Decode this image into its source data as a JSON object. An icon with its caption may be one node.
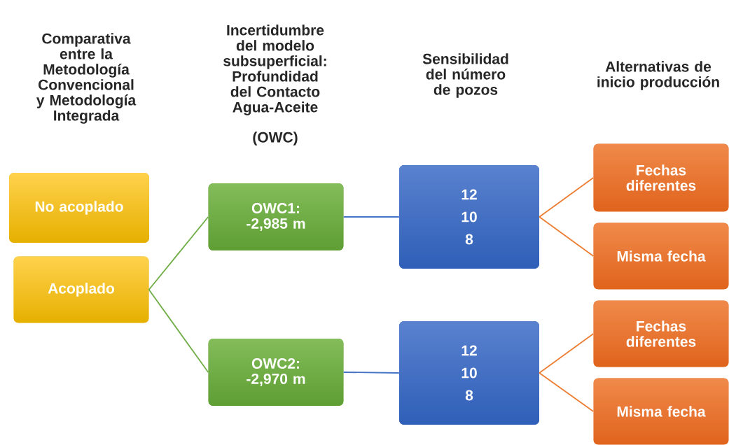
{
  "diagram": {
    "nodes": [
      {
        "text": [
          "No acoplado"
        ]
      },
      {
        "text": [
          "Acoplado"
        ]
      },
      {
        "text": [
          "OWC1: -2,985 m"
        ]
      },
      {
        "text": [
          "OWC2: -2,970 m"
        ]
      },
      {
        "text": [
          "12",
          "10",
          "8"
        ]
      },
      {
        "text": [
          "12",
          "10",
          "8"
        ]
      },
      {
        "text": [
          "Fechas diferentes"
        ]
      },
      {
        "text": [
          "Misma fecha"
        ]
      },
      {
        "text": [
          "Fechas diferentes"
        ]
      },
      {
        "text": [
          "Misma fecha"
        ]
      }
    ],
    "edges": [
      {
        "from": 1,
        "to": 2,
        "arrow": "none",
        "color": "#70ad47"
      },
      {
        "from": 1,
        "to": 3,
        "arrow": "none",
        "color": "#70ad47"
      },
      {
        "from": 2,
        "to": 4,
        "arrow": "none",
        "color": "#4472c4"
      },
      {
        "from": 3,
        "to": 5,
        "arrow": "none",
        "color": "#4472c4"
      },
      {
        "from": 4,
        "to": 6,
        "arrow": "none",
        "color": "#ed7d31"
      },
      {
        "from": 4,
        "to": 7,
        "arrow": "none",
        "color": "#ed7d31"
      },
      {
        "from": 5,
        "to": 8,
        "arrow": "none",
        "color": "#ed7d31"
      },
      {
        "from": 5,
        "to": 9,
        "arrow": "none",
        "color": "#ed7d31"
      }
    ],
    "labels": [
      "Comparativa entre la Metodología Convencional y Metodología Integrada",
      "Incertidumbre del modelo subsuperficial: Profundidad del Contacto Agua-Aceite",
      "(OWC)",
      "Sensibilidad del número de pozos",
      "Alternativas de inicio producción"
    ]
  }
}
